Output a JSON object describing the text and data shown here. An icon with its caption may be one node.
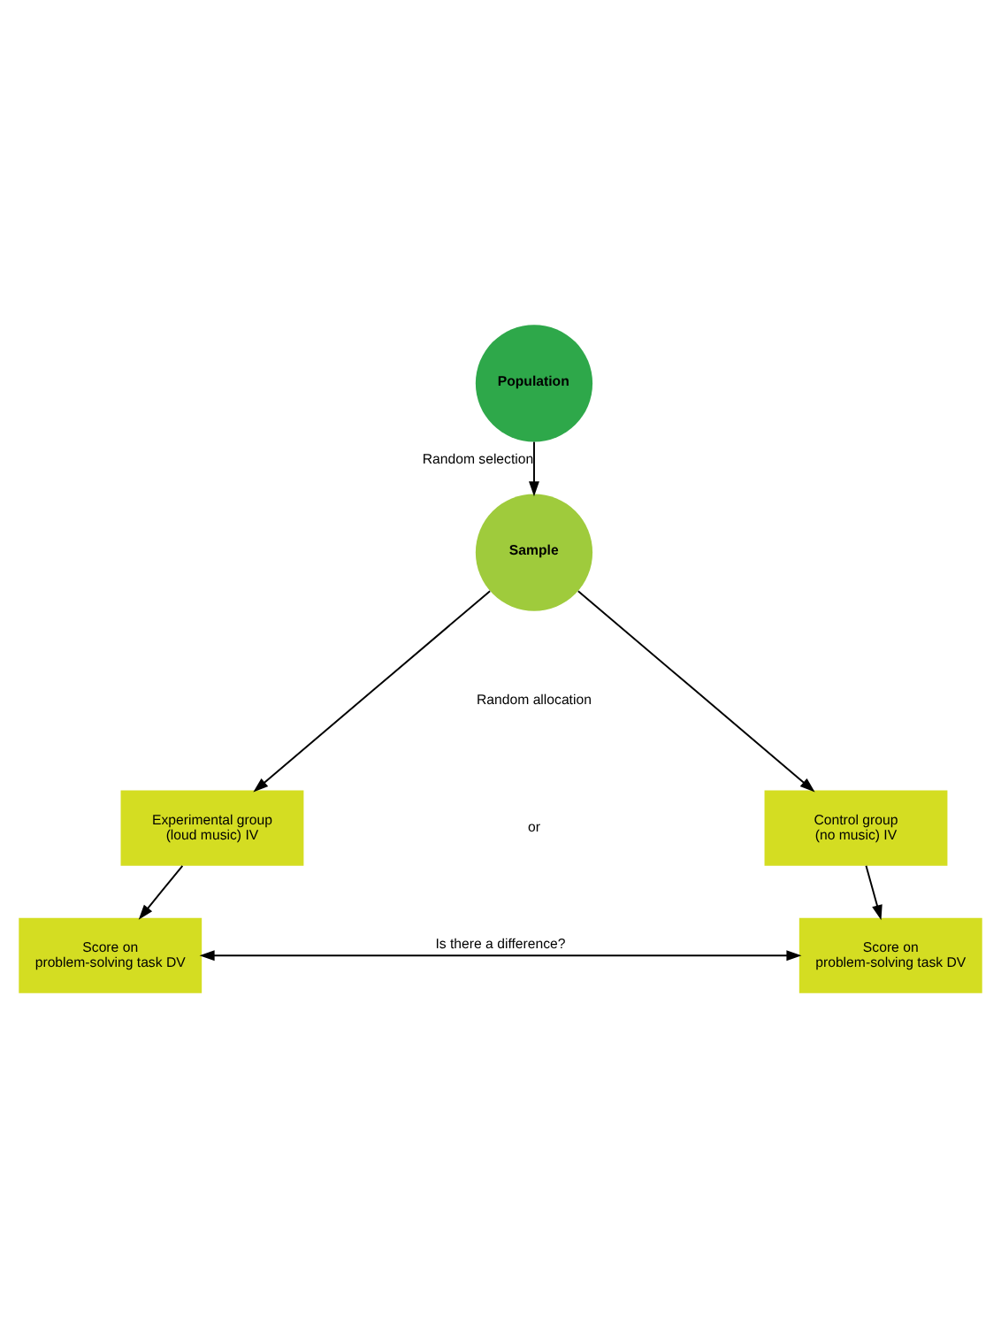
{
  "diagram": {
    "nodes": [
      {
        "text": [
          "Population"
        ]
      },
      {
        "text": [
          "Sample"
        ]
      },
      {
        "text": [
          "Experimental group (loud music) IV"
        ]
      },
      {
        "text": [
          "Control group (no music) IV"
        ]
      },
      {
        "text": [
          "Score on problem-solving task DV"
        ]
      },
      {
        "text": [
          "Score on problem-solving task DV"
        ]
      }
    ],
    "edges": [
      {
        "from": 0,
        "to": 1,
        "arrow": "to",
        "label": "Random selection"
      },
      {
        "from": 1,
        "to": 2,
        "arrow": "to"
      },
      {
        "from": 1,
        "to": 3,
        "arrow": "to"
      },
      {
        "from": 2,
        "to": 4,
        "arrow": "to"
      },
      {
        "from": 3,
        "to": 5,
        "arrow": "to"
      },
      {
        "from": 4,
        "to": 5,
        "arrow": "both",
        "label": "Is there a difference?"
      }
    ],
    "labels": [
      "Random allocation",
      "or"
    ]
  }
}
